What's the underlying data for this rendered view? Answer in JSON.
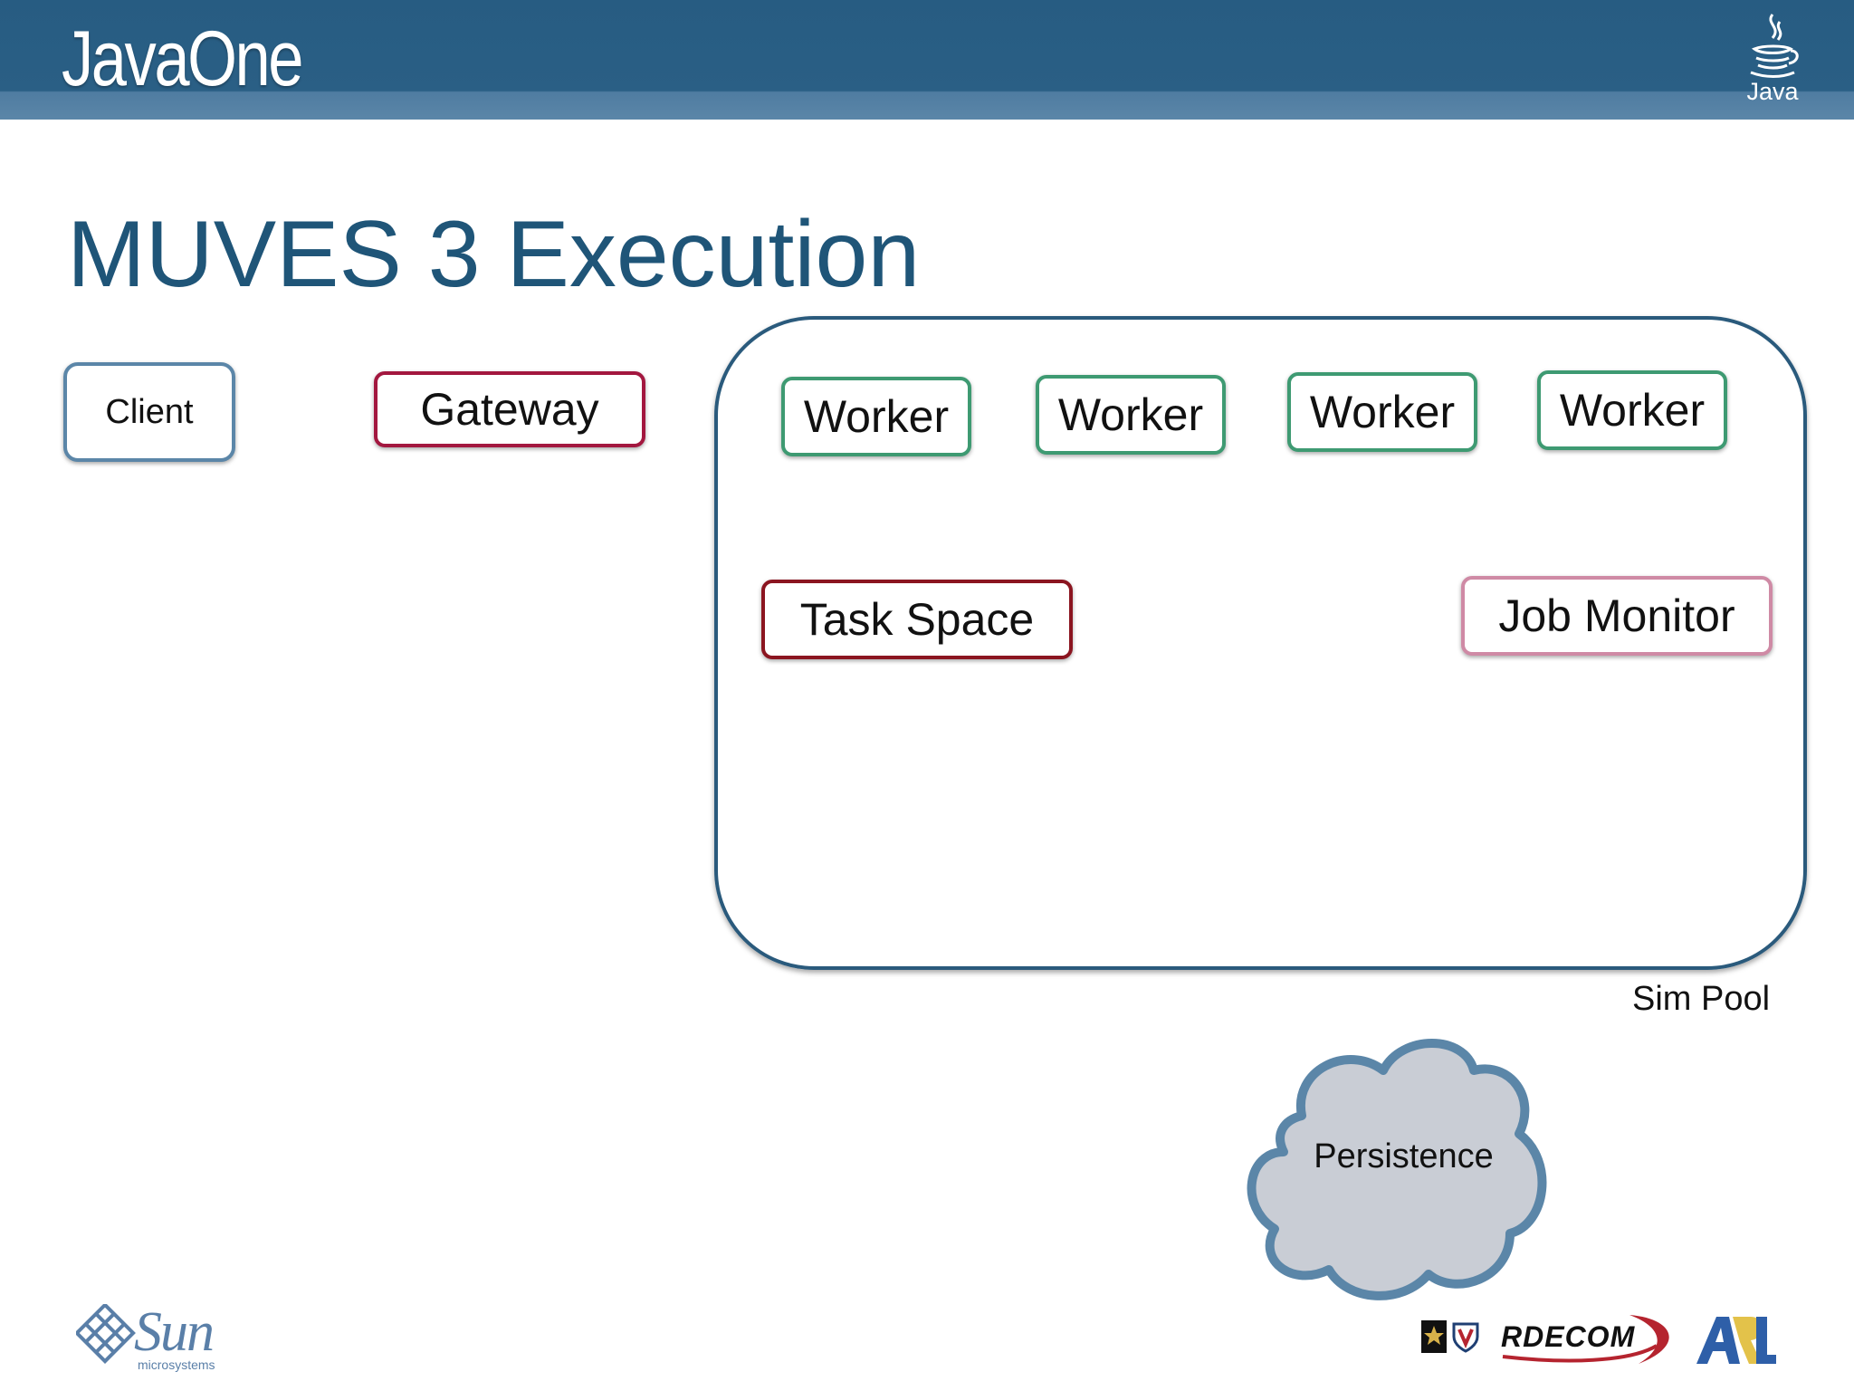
{
  "header": {
    "brand": "JavaOne",
    "java_logo_label": "Java",
    "icon": "java-coffee-cup-icon",
    "colors": {
      "banner": "#275c82",
      "banner_stripe": "#5b86a8"
    }
  },
  "slide": {
    "title": "MUVES 3 Execution"
  },
  "diagram": {
    "nodes": {
      "client": "Client",
      "gateway": "Gateway",
      "workers": [
        "Worker",
        "Worker",
        "Worker",
        "Worker"
      ],
      "task_space": "Task Space",
      "job_monitor": "Job Monitor",
      "persistence": "Persistence"
    },
    "sim_pool_label": "Sim Pool",
    "colors": {
      "client_border": "#5b86a8",
      "gateway_border": "#a3173f",
      "worker_border": "#3e9a72",
      "task_space_border": "#8b1520",
      "job_monitor_border": "#cf8aa5",
      "pool_border": "#2a5a7c",
      "cloud_fill": "#c9cdd5",
      "cloud_border": "#5b86a8"
    }
  },
  "footer": {
    "sun_logo_text": "Sun",
    "sun_logo_sub": "microsystems",
    "rdecom_logo_text": "RDECOM",
    "logos": [
      "sun-microsystems-logo",
      "us-army-logo",
      "rdecom-logo",
      "arl-logo"
    ]
  }
}
